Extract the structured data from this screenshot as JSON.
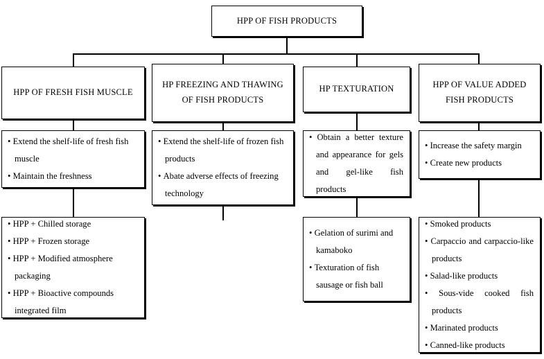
{
  "diagram": {
    "title_box": {
      "label": "HPP OF FISH PRODUCTS"
    },
    "branches": [
      {
        "id": "fresh-fish-muscle",
        "header_lines": [
          "HPP OF FRESH FISH MUSCLE"
        ],
        "objectives": [
          "Extend the shelf-life of fresh fish muscle",
          "Maintain the freshness"
        ],
        "applications": [
          "HPP + Chilled storage",
          "HPP + Frozen storage",
          "HPP + Modified atmosphere packaging",
          "HPP + Bioactive compounds integrated film"
        ]
      },
      {
        "id": "freezing-and-thawing",
        "header_lines": [
          "HP FREEZING AND THAWING",
          "OF FISH PRODUCTS"
        ],
        "objectives": [
          "Extend the shelf-life of frozen fish products",
          "Abate adverse effects of freezing technology"
        ],
        "applications": []
      },
      {
        "id": "hp-texturation",
        "header_lines": [
          "HP TEXTURATION"
        ],
        "objectives": [
          "Obtain a better texture and appearance for gels and gel-like fish products"
        ],
        "applications": [
          "Gelation of surimi and kamaboko",
          "Texturation of fish sausage or fish ball"
        ]
      },
      {
        "id": "value-added-fish-products",
        "header_lines": [
          "HPP OF VALUE ADDED",
          "FISH PRODUCTS"
        ],
        "objectives": [
          "Increase the safety margin",
          "Create new products"
        ],
        "applications": [
          "Smoked products",
          "Carpaccio and carpaccio-like products",
          "Salad-like products",
          "Sous-vide cooked fish products",
          "Marinated products",
          "Canned-like products"
        ]
      }
    ],
    "colors": {
      "line": "#000000",
      "box_fill": "#ffffff",
      "text": "#000000"
    }
  }
}
